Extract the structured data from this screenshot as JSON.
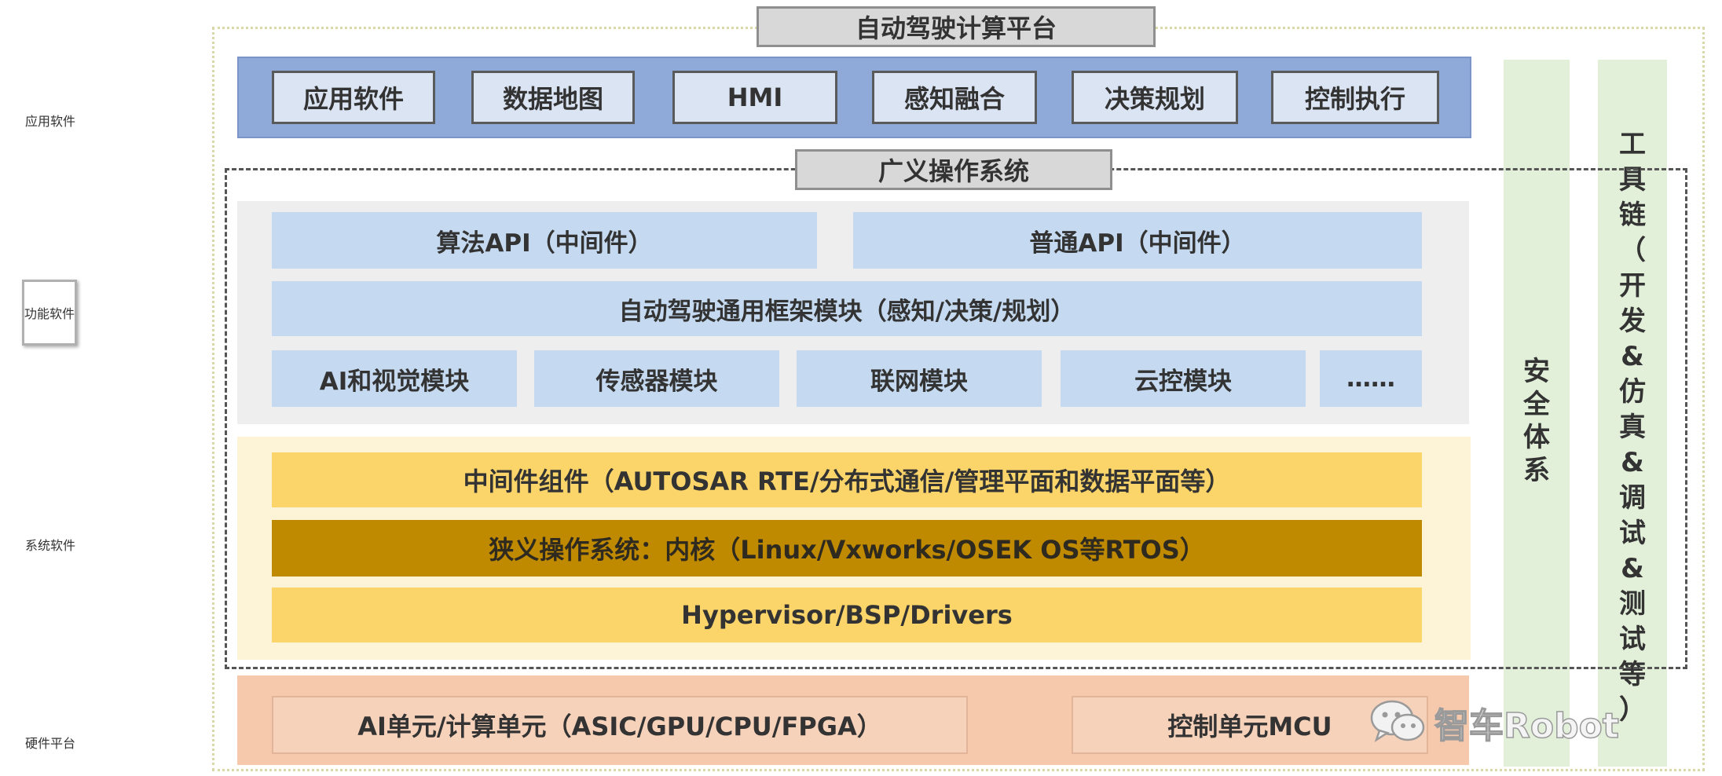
{
  "platform_title": "自动驾驶计算平台",
  "layers": {
    "application": "应用软件",
    "functional": "功能软件",
    "system": "系统软件",
    "hardware": "硬件平台"
  },
  "application_items": [
    "应用软件",
    "数据地图",
    "HMI",
    "感知融合",
    "决策规划",
    "控制执行"
  ],
  "generalized_os_title": "广义操作系统",
  "functional": {
    "algorithm_api": "算法API（中间件）",
    "general_api": "普通API（中间件）",
    "framework": "自动驾驶通用框架模块（感知/决策/规划）",
    "modules": [
      "AI和视觉模块",
      "传感器模块",
      "联网模块",
      "云控模块",
      "……"
    ]
  },
  "system": {
    "middleware": "中间件组件（AUTOSAR RTE/分布式通信/管理平面和数据平面等）",
    "kernel": "狭义操作系统：内核（Linux/Vxworks/OSEK OS等RTOS）",
    "hypervisor": "Hypervisor/BSP/Drivers"
  },
  "hardware": {
    "ai_unit": "AI单元/计算单元（ASIC/GPU/CPU/FPGA）",
    "control_unit": "控制单元MCU"
  },
  "security_column": [
    "安",
    "全",
    "体",
    "系"
  ],
  "toolchain_column": [
    "工",
    "具",
    "链",
    "（",
    "开",
    "发",
    "&",
    "仿",
    "真",
    "&",
    "调",
    "试",
    "&",
    "测",
    "试",
    "等",
    "）"
  ],
  "watermark": "智车Robot",
  "colors": {
    "app_layer": "#8fa9d9",
    "functional_box": "#c5daf0",
    "system_light": "#fbd569",
    "system_dark": "#c08a00",
    "hardware": "#f6c9ad",
    "side_column": "#e2efd9"
  }
}
